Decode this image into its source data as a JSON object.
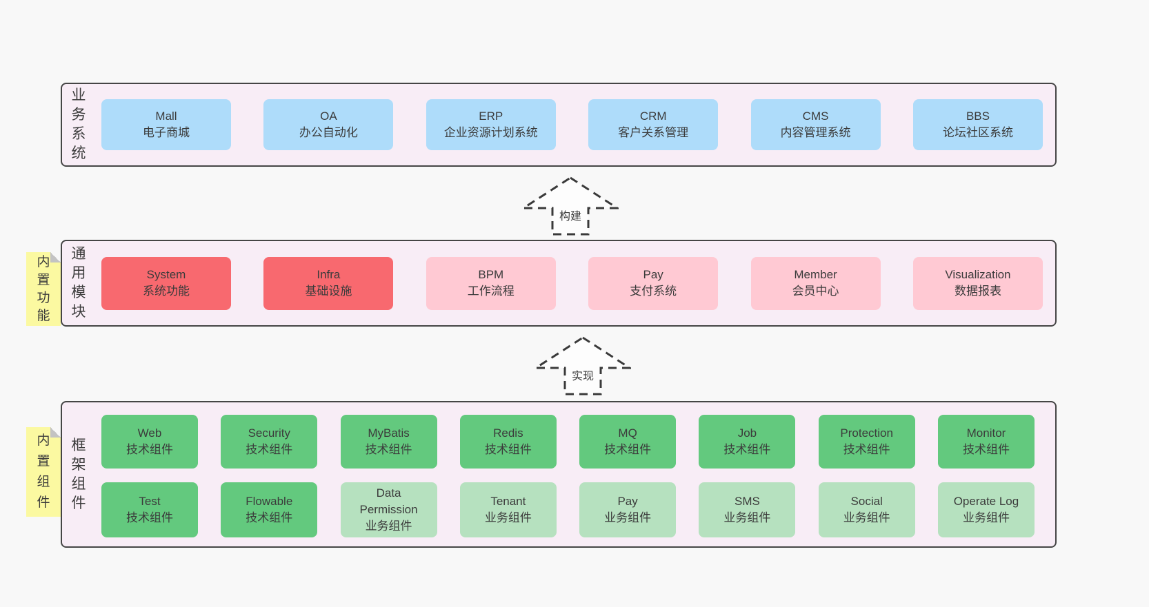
{
  "page": {
    "background": "#f8f8f8"
  },
  "palette": {
    "section_background": "#f8edf6",
    "section_border": "#454545",
    "blue_box": "#aedcfa",
    "red_box": "#f8696f",
    "pink_box": "#ffc9d3",
    "green_box": "#63c97e",
    "light_green_box": "#b6e1bf",
    "yellow_tag": "#fbf9a1",
    "fold_gray": "#c3c3c3",
    "text": "#3b3b3b"
  },
  "arrows": {
    "build": {
      "label": "构建"
    },
    "implement": {
      "label": "实现"
    }
  },
  "sections": {
    "business": {
      "label": "业务系统",
      "items": [
        {
          "title": "Mall",
          "subtitle": "电子商城"
        },
        {
          "title": "OA",
          "subtitle": "办公自动化"
        },
        {
          "title": "ERP",
          "subtitle": "企业资源计划系统"
        },
        {
          "title": "CRM",
          "subtitle": "客户关系管理"
        },
        {
          "title": "CMS",
          "subtitle": "内容管理系统"
        },
        {
          "title": "BBS",
          "subtitle": "论坛社区系统"
        }
      ]
    },
    "modules": {
      "label": "通用模块",
      "tag": "内置功能",
      "items": [
        {
          "title": "System",
          "subtitle": "系统功能"
        },
        {
          "title": "Infra",
          "subtitle": "基础设施"
        },
        {
          "title": "BPM",
          "subtitle": "工作流程"
        },
        {
          "title": "Pay",
          "subtitle": "支付系统"
        },
        {
          "title": "Member",
          "subtitle": "会员中心"
        },
        {
          "title": "Visualization",
          "subtitle": "数据报表"
        }
      ]
    },
    "components": {
      "label": "框架组件",
      "tag": "内置组件",
      "rows": [
        [
          {
            "title": "Web",
            "subtitle": "技术组件"
          },
          {
            "title": "Security",
            "subtitle": "技术组件"
          },
          {
            "title": "MyBatis",
            "subtitle": "技术组件"
          },
          {
            "title": "Redis",
            "subtitle": "技术组件"
          },
          {
            "title": "MQ",
            "subtitle": "技术组件"
          },
          {
            "title": "Job",
            "subtitle": "技术组件"
          },
          {
            "title": "Protection",
            "subtitle": "技术组件"
          },
          {
            "title": "Monitor",
            "subtitle": "技术组件"
          }
        ],
        [
          {
            "title": "Test",
            "subtitle": "技术组件"
          },
          {
            "title": "Flowable",
            "subtitle": "技术组件"
          },
          {
            "title": "Data Permission",
            "subtitle": "业务组件"
          },
          {
            "title": "Tenant",
            "subtitle": "业务组件"
          },
          {
            "title": "Pay",
            "subtitle": "业务组件"
          },
          {
            "title": "SMS",
            "subtitle": "业务组件"
          },
          {
            "title": "Social",
            "subtitle": "业务组件"
          },
          {
            "title": "Operate Log",
            "subtitle": "业务组件"
          }
        ]
      ]
    }
  }
}
